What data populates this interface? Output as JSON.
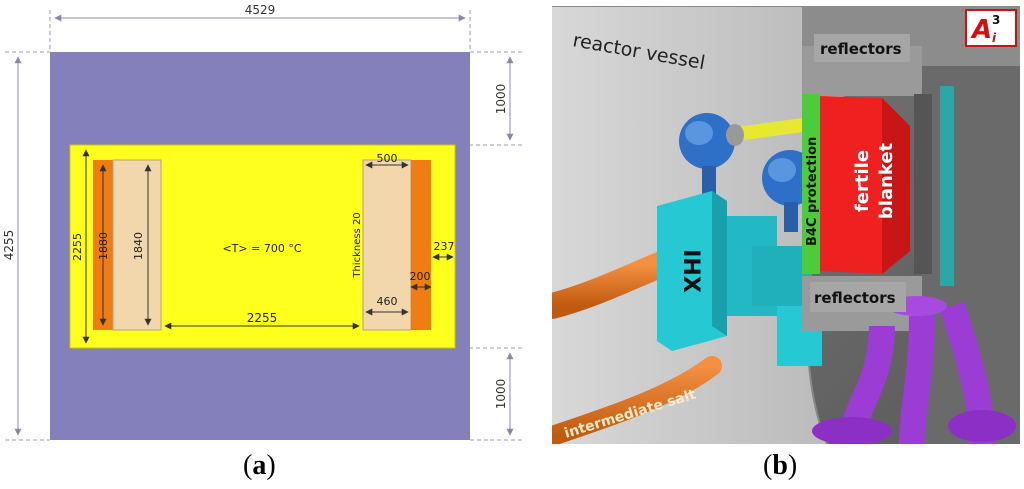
{
  "panel_a": {
    "caption_letter": "a",
    "dim_width": "4529",
    "dim_height": "4255",
    "dim_top_gap": "1000",
    "dim_bottom_gap": "1000",
    "dim_inner_height": "2255",
    "dim_left_orange": "1880",
    "dim_left_beige": "1840",
    "dim_gap_between": "2255",
    "dim_right_top": "500",
    "dim_right_bottom": "460",
    "dim_orange_width": "200",
    "dim_right_margin": "237",
    "temperature_label": "<T> = 700 °C",
    "thickness_label": "Thickness 20",
    "colors": {
      "vessel": "#8480bb",
      "salt": "#ffff1e",
      "orange": "#f07d14",
      "beige": "#f2d7ad"
    }
  },
  "panel_b": {
    "caption_letter": "b",
    "label_reactor_vessel": "reactor vessel",
    "label_reflectors_top": "reflectors",
    "label_reflectors_bottom": "reflectors",
    "label_b4c_protection": "B4C protection",
    "label_fertile": "fertile",
    "label_blanket": "blanket",
    "label_ihx": "IHX",
    "label_intermediate_salt": "intermediate salt",
    "logo_text": "A",
    "logo_super": "3",
    "logo_sub": "i"
  }
}
